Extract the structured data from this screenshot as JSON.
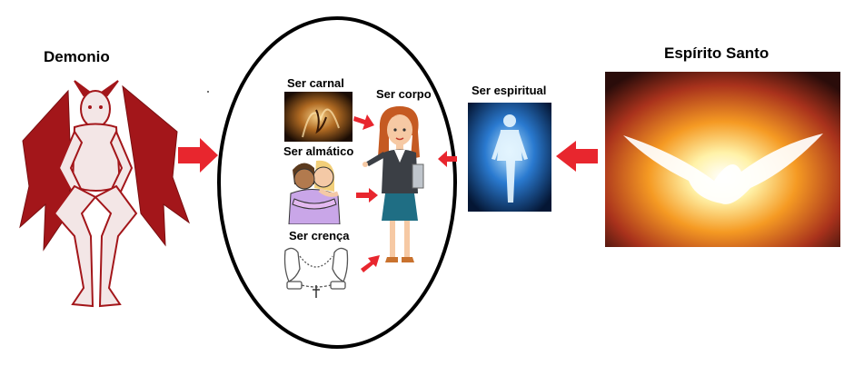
{
  "labels": {
    "demon": "Demonio",
    "holy_spirit": "Espírito Santo",
    "carnal": "Ser carnal",
    "body": "Ser corpo",
    "spiritual": "Ser espiritual",
    "soulish": "Ser almático",
    "belief": "Ser crença"
  },
  "colors": {
    "arrow": "#e8262e",
    "demon": "#a3161a",
    "ellipse": "#000000"
  },
  "icons": {
    "demon": "demon-figure",
    "holy_spirit": "dove-light",
    "carnal": "fire-face",
    "body": "woman-figure",
    "spiritual": "glowing-body",
    "soulish": "hugging-kids",
    "belief": "shackled-hands-rosary"
  }
}
